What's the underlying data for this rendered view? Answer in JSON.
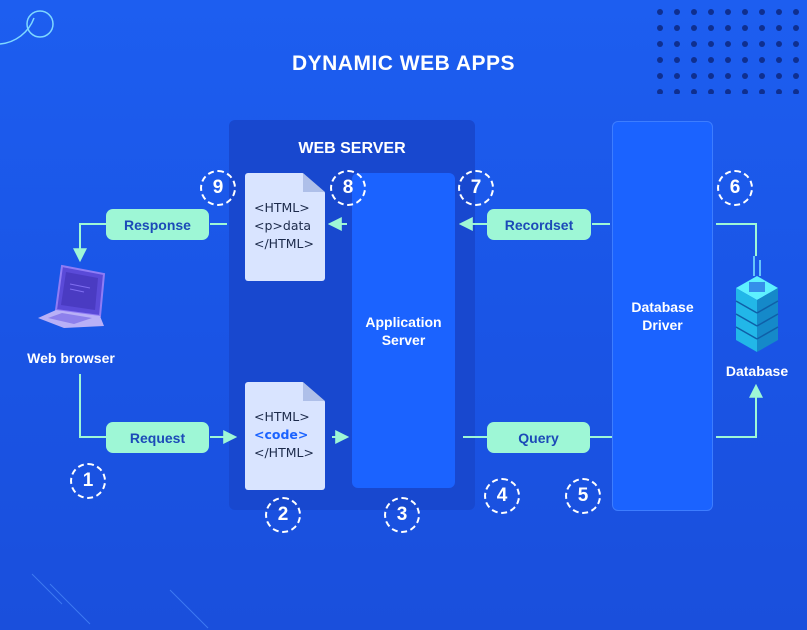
{
  "title": "DYNAMIC WEB APPS",
  "web_server": {
    "title": "WEB SERVER",
    "application_server": "Application Server",
    "response_doc": [
      "<HTML>",
      "<p>data",
      "</HTML>"
    ],
    "request_doc": [
      "<HTML>",
      "<code>",
      "</HTML>"
    ]
  },
  "client": {
    "label": "Web browser"
  },
  "database_driver": "Database Driver",
  "database": {
    "label": "Database"
  },
  "flow": {
    "response": "Response",
    "request": "Request",
    "recordset": "Recordset",
    "query": "Query"
  },
  "steps": [
    "1",
    "2",
    "3",
    "4",
    "5",
    "6",
    "7",
    "8",
    "9"
  ],
  "colors": {
    "background": "#1d5ef0",
    "panel": "#1848cf",
    "server_box": "#1b63ff",
    "pill": "#9ef7d6",
    "pill_text": "#1c4ab8",
    "connector": "#9ef7d6",
    "doc": "#d9e4ff",
    "code_highlight": "#1b63ff"
  }
}
